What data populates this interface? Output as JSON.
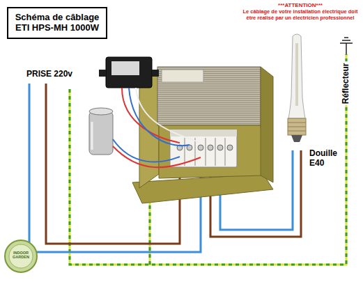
{
  "diagram": {
    "title": "Schéma de câblage ETI HPS-MH 1000W",
    "labels": [
      "PRISE 220v",
      "***ATTENTION***",
      "Le câblage de votre installation électrique doit être réalisé par un électricien professionnel",
      "Réflecteur",
      "Douille E40",
      "INDOOR GARDEN"
    ]
  }
}
